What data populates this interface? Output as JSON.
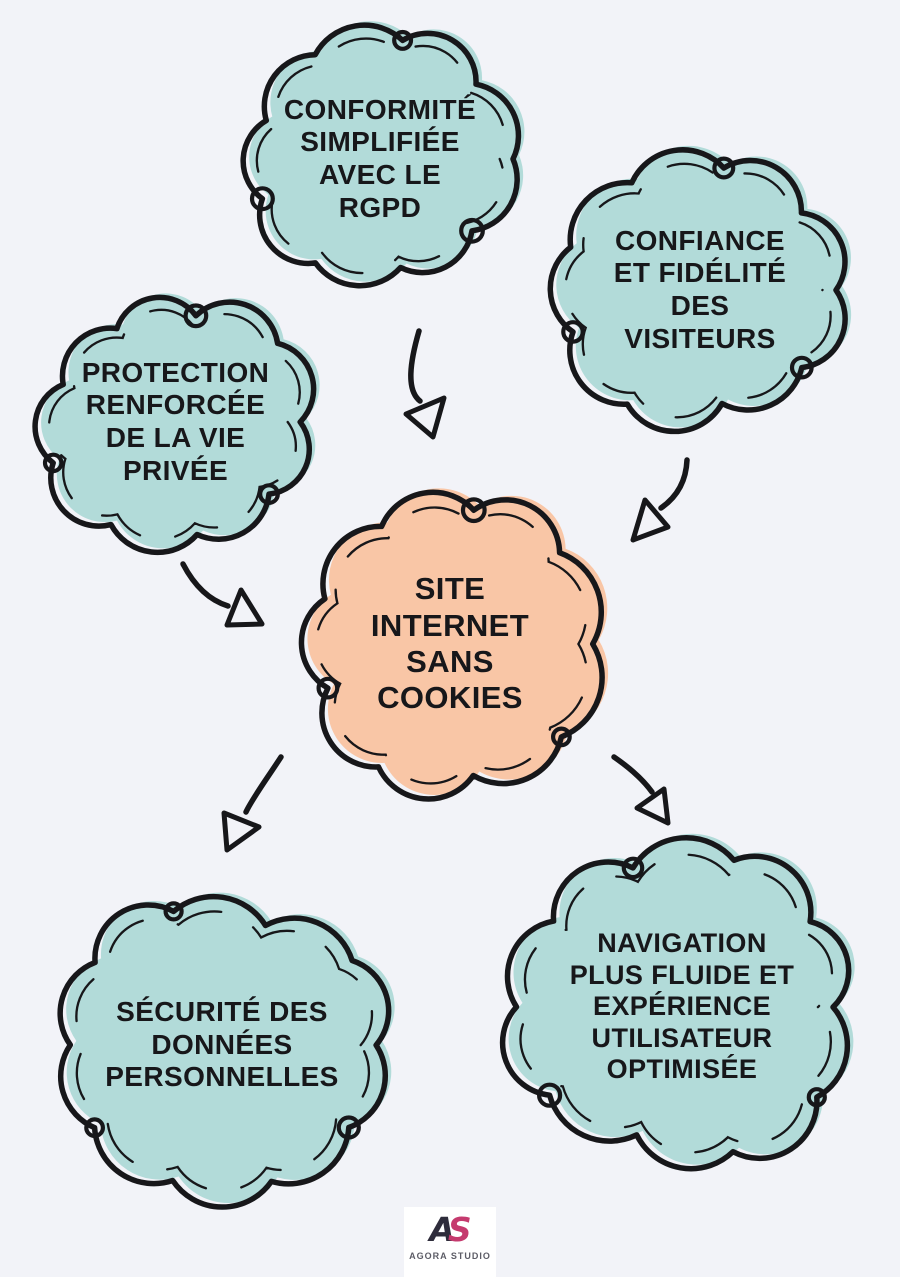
{
  "palette": {
    "background": "#f2f3f8",
    "ink": "#17171a",
    "node_teal": "#b2dbd9",
    "node_peach": "#f9c6a6",
    "logo_dark": "#2e2c3b",
    "logo_pink": "#c53a6e",
    "logo_text": "#5c5c66",
    "logo_card": "#ffffff"
  },
  "diagram": {
    "center": {
      "id": "site-internet-sans-cookies",
      "label": "SITE\nINTERNET\nSANS\nCOOKIES"
    },
    "nodes": [
      {
        "id": "conformite-rgpd",
        "label": "CONFORMITÉ\nSIMPLIFIÉE\nAVEC LE\nRGPD"
      },
      {
        "id": "confiance-fidelite",
        "label": "CONFIANCE\nET FIDÉLITÉ\nDES\nVISITEURS"
      },
      {
        "id": "protection-vie-privee",
        "label": "PROTECTION\nRENFORCÉE\nDE LA VIE\nPRIVÉE"
      },
      {
        "id": "securite-donnees",
        "label": "SÉCURITÉ DES\nDONNÉES\nPERSONNELLES"
      },
      {
        "id": "navigation-fluide",
        "label": "NAVIGATION\nPLUS FLUIDE ET\nEXPÉRIENCE\nUTILISATEUR\nOPTIMISÉE"
      }
    ]
  },
  "footer": {
    "logo_monogram_a": "A",
    "logo_monogram_s": "S",
    "logo_caption": "AGORA STUDIO"
  }
}
